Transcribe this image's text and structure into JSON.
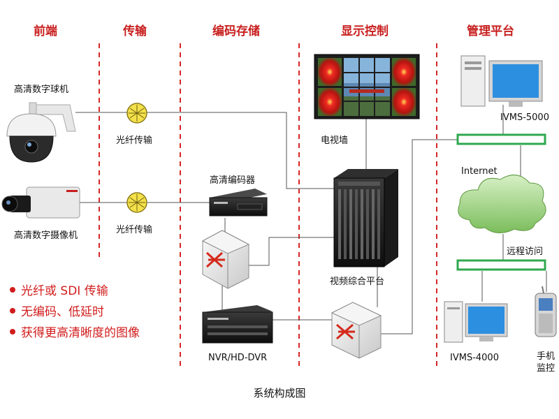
{
  "columns": {
    "frontend": "前端",
    "transmission": "传输",
    "encode_storage": "编码存储",
    "display_control": "显示控制",
    "management": "管理平台"
  },
  "devices": {
    "hd_dome_camera": "高清数字球机",
    "hd_box_camera": "高清数字摄像机",
    "fiber_1": "光纤传输",
    "fiber_2": "光纤传输",
    "hd_encoder": "高清编码器",
    "nvr": "NVR/HD-DVR",
    "video_wall": "电视墙",
    "video_platform": "视频综合平台",
    "ivms5000": "IVMS-5000",
    "internet": "Internet",
    "remote_access": "远程访问",
    "ivms4000": "IVMS-4000",
    "mobile_line1": "手机",
    "mobile_line2": "监控"
  },
  "features": [
    "光纤或 SDI 传输",
    "无编码、低延时",
    "获得更高清晰度的图像"
  ],
  "caption": "系统构成图",
  "colors": {
    "accent_red": "#c8201f",
    "lan_green": "#2fa84f"
  }
}
